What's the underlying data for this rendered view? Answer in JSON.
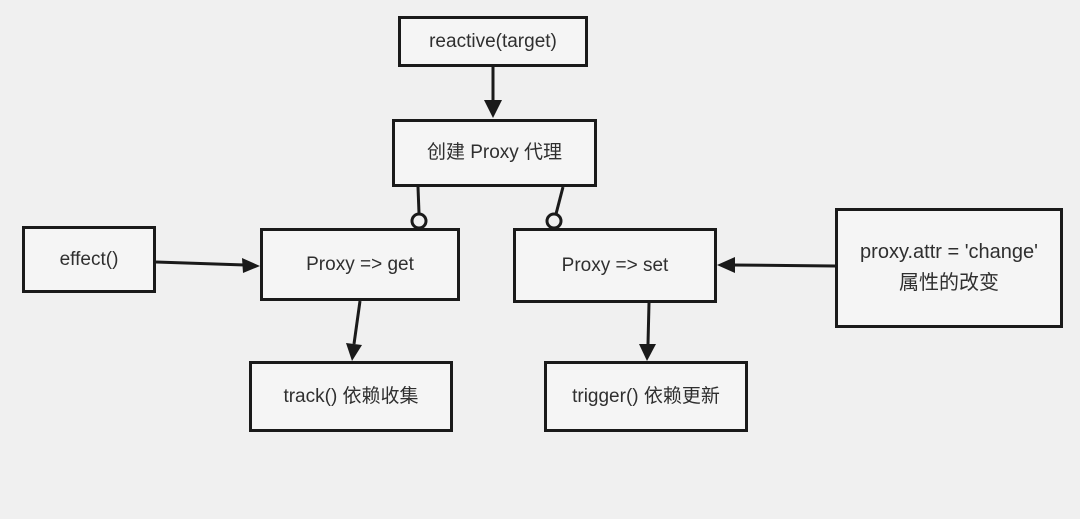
{
  "diagram": {
    "title": "reactive proxy flow diagram",
    "colors": {
      "background": "#f0f0f0",
      "box_fill": "#f5f5f5",
      "line_and_border": "#1a1a1a",
      "text": "#2f2f2f"
    },
    "nodes": {
      "reactive": {
        "label": "reactive(target)"
      },
      "create_proxy": {
        "label": "创建 Proxy 代理"
      },
      "effect": {
        "label": "effect()"
      },
      "proxy_get": {
        "label": "Proxy => get"
      },
      "proxy_set": {
        "label": "Proxy => set"
      },
      "proxy_attr": {
        "line1": "proxy.attr = 'change'",
        "line2": "属性的改变"
      },
      "track": {
        "label": "track() 依赖收集"
      },
      "trigger": {
        "label": "trigger() 依赖更新"
      }
    },
    "edges": [
      {
        "from": "reactive",
        "to": "create_proxy",
        "style": "arrow"
      },
      {
        "from": "create_proxy",
        "to": "proxy_get",
        "style": "circle-end"
      },
      {
        "from": "create_proxy",
        "to": "proxy_set",
        "style": "circle-end"
      },
      {
        "from": "effect",
        "to": "proxy_get",
        "style": "arrow"
      },
      {
        "from": "proxy_attr",
        "to": "proxy_set",
        "style": "arrow"
      },
      {
        "from": "proxy_get",
        "to": "track",
        "style": "arrow"
      },
      {
        "from": "proxy_set",
        "to": "trigger",
        "style": "arrow"
      }
    ]
  }
}
